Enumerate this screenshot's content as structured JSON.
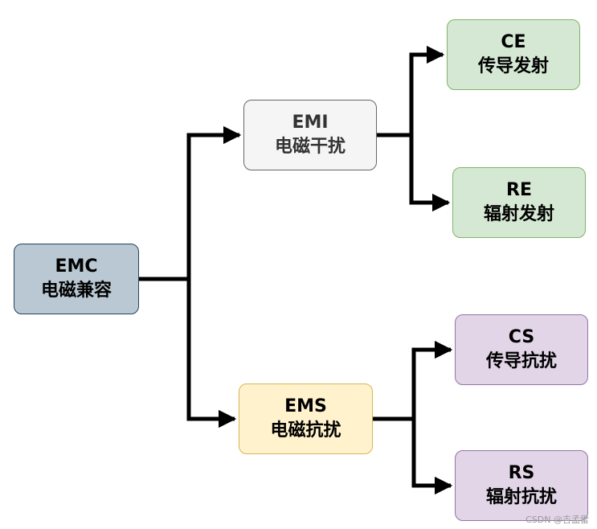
{
  "nodes": {
    "emc": {
      "line1": "EMC",
      "line2": "电磁兼容",
      "fill": "#bac8d3",
      "stroke": "#23445d"
    },
    "emi": {
      "line1": "EMI",
      "line2": "电磁干扰",
      "fill": "#f5f5f5",
      "stroke": "#666666"
    },
    "ems": {
      "line1": "EMS",
      "line2": "电磁抗扰",
      "fill": "#fff2cc",
      "stroke": "#d6b656"
    },
    "ce": {
      "line1": "CE",
      "line2": "传导发射",
      "fill": "#d5e8d4",
      "stroke": "#82b366"
    },
    "re": {
      "line1": "RE",
      "line2": "辐射发射",
      "fill": "#d5e8d4",
      "stroke": "#82b366"
    },
    "cs": {
      "line1": "CS",
      "line2": "传导抗扰",
      "fill": "#e1d5e7",
      "stroke": "#9673a6"
    },
    "rs": {
      "line1": "RS",
      "line2": "辐射抗扰",
      "fill": "#e1d5e7",
      "stroke": "#9673a6"
    }
  },
  "edges": [
    {
      "from": "emc",
      "to": "emi"
    },
    {
      "from": "emc",
      "to": "ems"
    },
    {
      "from": "emi",
      "to": "ce"
    },
    {
      "from": "emi",
      "to": "re"
    },
    {
      "from": "ems",
      "to": "cs"
    },
    {
      "from": "ems",
      "to": "rs"
    }
  ],
  "watermark": "CSDN @吉孟雷"
}
